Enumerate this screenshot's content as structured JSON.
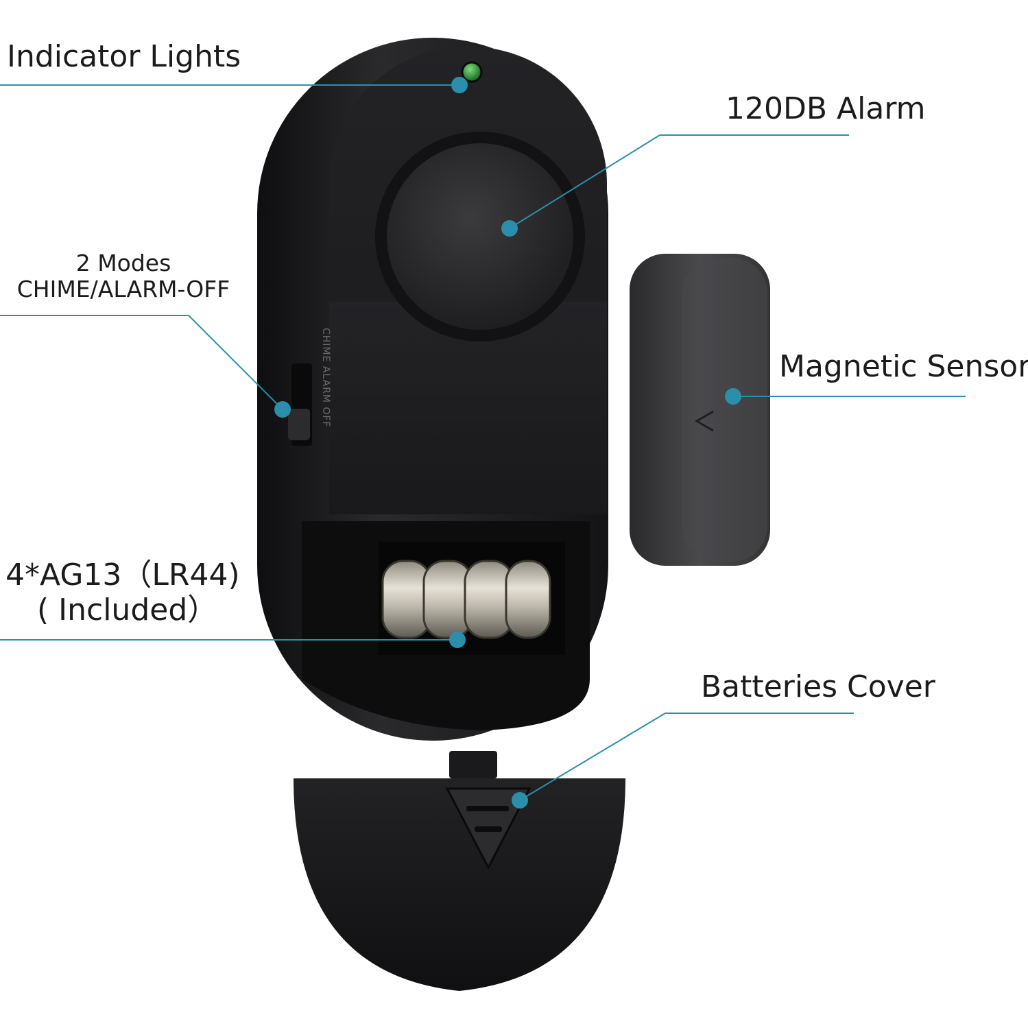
{
  "labels": {
    "indicator_lights": "Indicator Lights",
    "alarm": "120DB Alarm",
    "modes_line1": "2 Modes",
    "modes_line2": "CHIME/ALARM-OFF",
    "magnetic_sensor": "Magnetic Sensor",
    "battery_line1": "4*AG13（LR44)",
    "battery_line2": "( Included）",
    "batteries_cover": "Batteries Cover"
  },
  "switch_side_text": "CHIME ALARM OFF",
  "colors": {
    "leader_line": "#2b8fab",
    "device_body": "#1c1c1e",
    "indicator_led": "#2e8b3a",
    "sensor_body": "#3a3a3c"
  }
}
